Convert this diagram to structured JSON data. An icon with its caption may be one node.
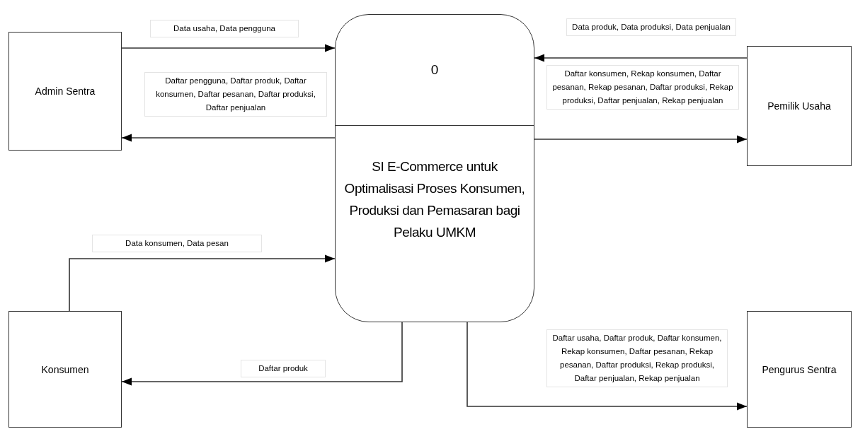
{
  "diagram": {
    "nodes": [
      {
        "text": [
          "Admin Sentra"
        ]
      },
      {
        "text": [
          "0",
          "SI E-Commerce untuk Optimalisasi Proses Konsumen, Produksi dan Pemasaran bagi Pelaku UMKM"
        ]
      },
      {
        "text": [
          "Pemilik Usaha"
        ]
      },
      {
        "text": [
          "Konsumen"
        ]
      },
      {
        "text": [
          "Pengurus Sentra"
        ]
      }
    ],
    "edges": [
      {
        "from": 0,
        "to": 1,
        "arrow": "to",
        "label": "Data usaha, Data pengguna"
      },
      {
        "from": 1,
        "to": 0,
        "arrow": "to",
        "label": "Daftar pengguna, Daftar produk, Daftar konsumen, Daftar pesanan, Daftar produksi, Daftar penjualan"
      },
      {
        "from": 2,
        "to": 1,
        "arrow": "to",
        "label": "Data produk, Data produksi, Data penjualan"
      },
      {
        "from": 1,
        "to": 2,
        "arrow": "to",
        "label": "Daftar konsumen, Rekap konsumen, Daftar pesanan, Rekap pesanan, Daftar produksi, Rekap produksi, Daftar penjualan, Rekap penjualan"
      },
      {
        "from": 3,
        "to": 1,
        "arrow": "to",
        "label": "Data konsumen, Data pesan"
      },
      {
        "from": 1,
        "to": 3,
        "arrow": "to",
        "label": "Daftar produk"
      },
      {
        "from": 1,
        "to": 4,
        "arrow": "to",
        "label": "Daftar usaha, Daftar produk, Daftar konsumen, Rekap konsumen, Daftar pesanan, Rekap pesanan, Daftar produksi, Rekap produksi, Daftar penjualan, Rekap penjualan"
      }
    ]
  }
}
